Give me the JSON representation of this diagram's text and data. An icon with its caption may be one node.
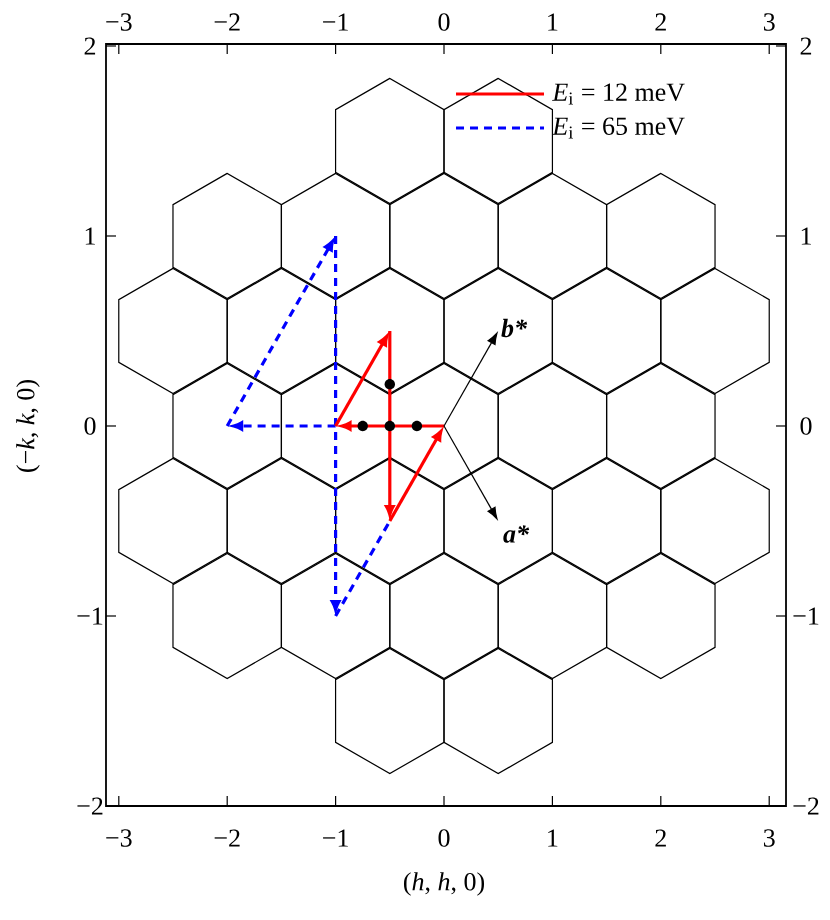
{
  "diagram": {
    "labels": [
      "−3",
      "−2",
      "−1",
      "0",
      "1",
      "2",
      "3",
      "−3",
      "−2",
      "−1",
      "0",
      "1",
      "2",
      "3",
      "2",
      "1",
      "0",
      "−1",
      "−2",
      "2",
      "1",
      "0",
      "−1",
      "−2",
      "(*h*, *h*, 0)",
      "(−*k*, *k*, 0)",
      "a*",
      "b*"
    ],
    "legend": [
      {
        "text": "*E*$_{i}$ = 12 meV"
      },
      {
        "text": "*E*$_{i}$ = 65 meV"
      }
    ]
  }
}
